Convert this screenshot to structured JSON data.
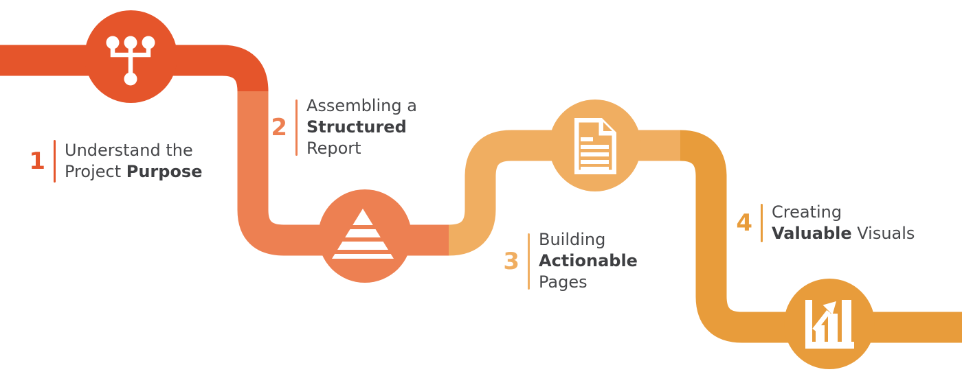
{
  "palette": {
    "step1": "#E5552B",
    "step2": "#ED8052",
    "step3": "#F0AE61",
    "step4": "#E89C3B",
    "text_dark": "#46474A",
    "icon_white": "#FFFFFF",
    "background": "#FFFFFF"
  },
  "steps": [
    {
      "number": "1",
      "icon": "sitemap-icon",
      "lines": [
        {
          "pre": "Understand the",
          "bold": "",
          "post": ""
        },
        {
          "pre": "Project ",
          "bold": "Purpose",
          "post": ""
        }
      ]
    },
    {
      "number": "2",
      "icon": "pyramid-icon",
      "lines": [
        {
          "pre": "Assembling a",
          "bold": "",
          "post": ""
        },
        {
          "pre": "",
          "bold": "Structured",
          "post": ""
        },
        {
          "pre": "Report",
          "bold": "",
          "post": ""
        }
      ]
    },
    {
      "number": "3",
      "icon": "document-icon",
      "lines": [
        {
          "pre": "Building",
          "bold": "",
          "post": ""
        },
        {
          "pre": "",
          "bold": "Actionable",
          "post": ""
        },
        {
          "pre": "Pages",
          "bold": "",
          "post": ""
        }
      ]
    },
    {
      "number": "4",
      "icon": "bar-chart-icon",
      "lines": [
        {
          "pre": "Creating",
          "bold": "",
          "post": ""
        },
        {
          "pre": "",
          "bold": "Valuable",
          "post": " Visuals"
        }
      ]
    }
  ]
}
